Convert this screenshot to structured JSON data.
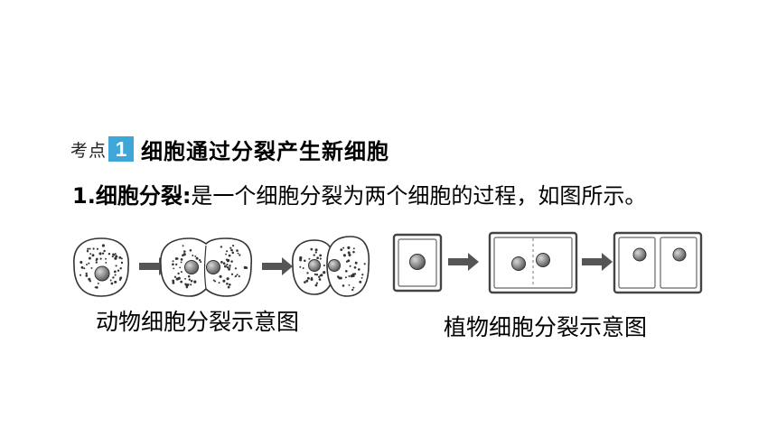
{
  "heading": {
    "label": "考点",
    "number": "1",
    "title": "细胞通过分裂产生新细胞"
  },
  "definition": {
    "term": "1.细胞分裂:",
    "text": "是一个细胞分裂为两个细胞的过程，如图所示。"
  },
  "figures": {
    "animal": {
      "caption": "动物细胞分裂示意图",
      "stages": 3,
      "icon": "animal-cell-division"
    },
    "plant": {
      "caption": "植物细胞分裂示意图",
      "stages": 3,
      "icon": "plant-cell-division"
    }
  },
  "colors": {
    "badge": "#3fa6d8",
    "arrow": "#555555",
    "nucleus": "#6e6e6e"
  }
}
